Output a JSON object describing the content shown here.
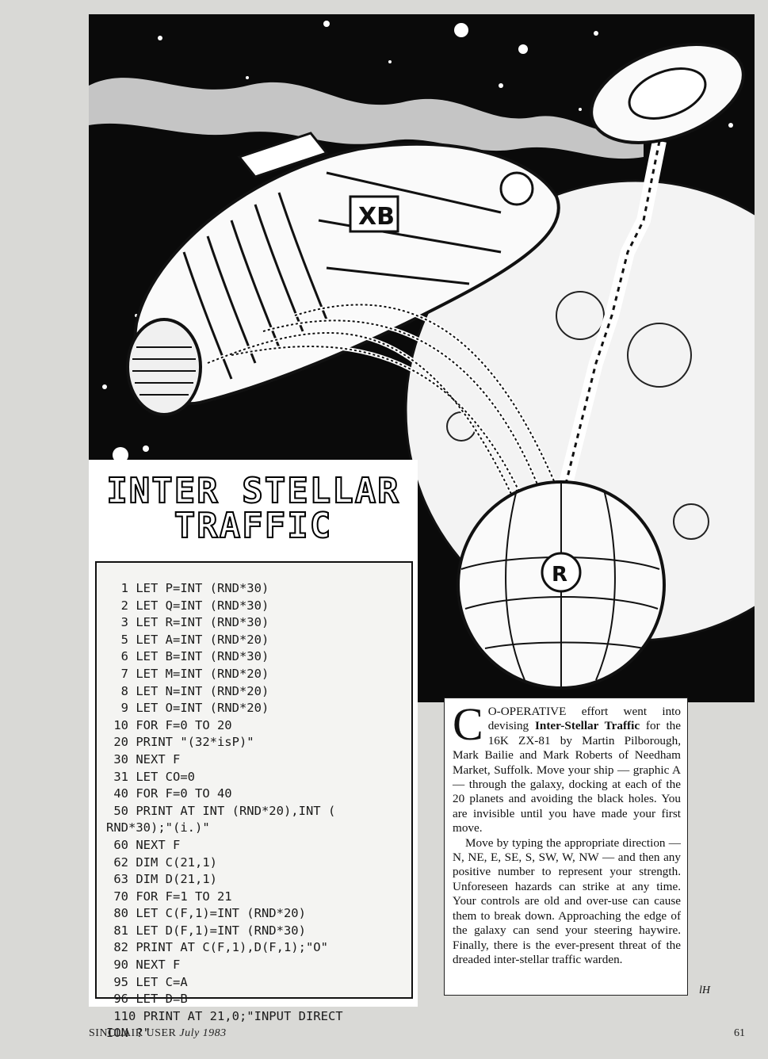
{
  "title": {
    "line1": "INTER STELLAR",
    "line2": "TRAFFIC"
  },
  "illustration": {
    "ship_badge": "XB",
    "station_badge": "R"
  },
  "code_listing": [
    "  1 LET P=INT (RND*30)",
    "  2 LET Q=INT (RND*30)",
    "  3 LET R=INT (RND*30)",
    "  5 LET A=INT (RND*20)",
    "  6 LET B=INT (RND*30)",
    "  7 LET M=INT (RND*20)",
    "  8 LET N=INT (RND*20)",
    "  9 LET O=INT (RND*20)",
    " 10 FOR F=0 TO 20",
    " 20 PRINT \"(32*isP)\"",
    " 30 NEXT F",
    " 31 LET CO=0",
    " 40 FOR F=0 TO 40",
    " 50 PRINT AT INT (RND*20),INT (",
    "RND*30);\"(i.)\"",
    " 60 NEXT F",
    " 62 DIM C(21,1)",
    " 63 DIM D(21,1)",
    " 70 FOR F=1 TO 21",
    " 80 LET C(F,1)=INT (RND*20)",
    " 81 LET D(F,1)=INT (RND*30)",
    " 82 PRINT AT C(F,1),D(F,1);\"O\"",
    " 90 NEXT F",
    " 95 LET C=A",
    " 96 LET D=B",
    " 110 PRINT AT 21,0;\"INPUT DIRECT",
    "ION ?\""
  ],
  "article": {
    "dropcap": "C",
    "para1_rest": "O-OPERATIVE effort went into devising ",
    "bold1": "Inter-Stellar Traffic",
    "para1_tail": " for the 16K ZX-81 by Martin Pilborough, Mark Bailie and Mark Roberts of Needham Market, Suffolk. Move your ship — graphic A — through the galaxy, docking at each of the 20 planets and avoiding the black holes. You are invisible until you have made your first move.",
    "para2": "Move by typing the appropriate direction — N, NE, E, SE, S, SW, W, NW — and then any positive number to represent your strength. Unforeseen hazards can strike at any time. Your controls are old and over-use can cause them to break down. Approaching the edge of the galaxy can send your steering haywire. Finally, there is the ever-present threat of the dreaded inter-stellar traffic warden."
  },
  "footer": {
    "publication": "SINCLAIR USER",
    "issue": "July 1983",
    "page_number": "61"
  },
  "signature": "lH"
}
